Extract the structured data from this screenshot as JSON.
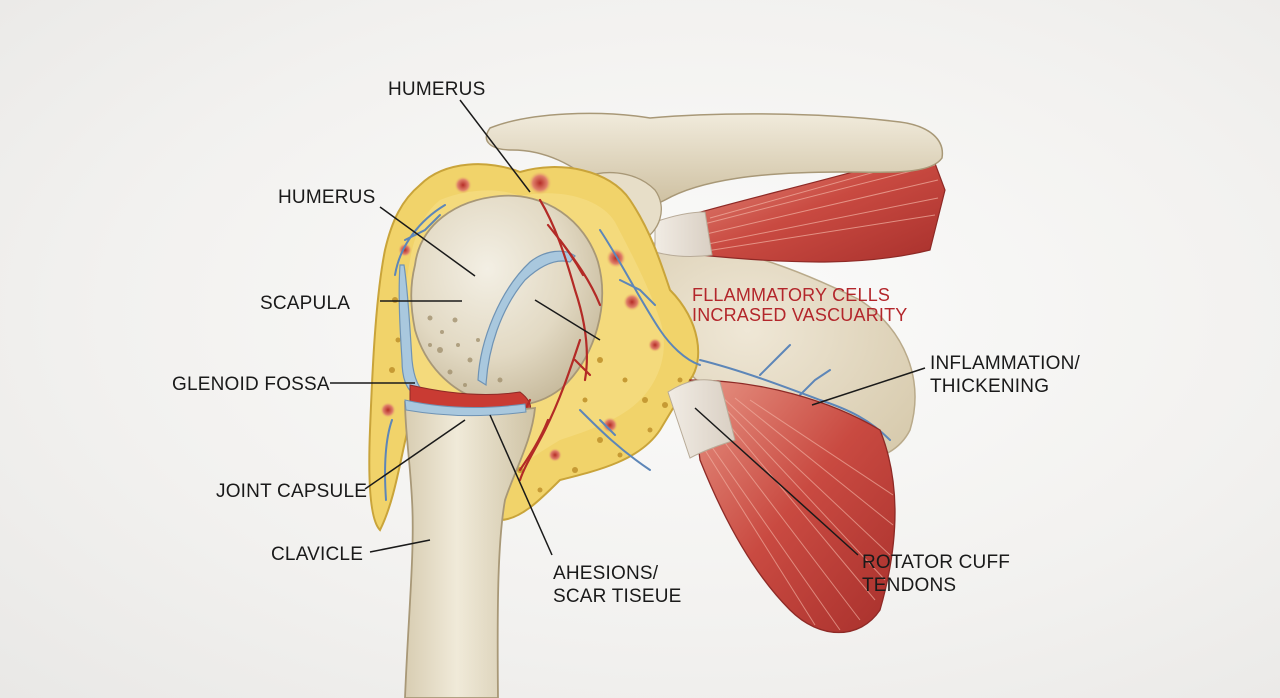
{
  "labels": {
    "humerus_top": "HUMERUS",
    "humerus_left": "HUMERUS",
    "scapula": "SCAPULA",
    "glenoid_fossa": "GLENOID FOSSA",
    "joint_capsule": "JOINT CAPSULE",
    "clavicle": "CLAVICLE",
    "adhesions_line1": "AHESIONS/",
    "adhesions_line2": "SCAR TISEUE",
    "inflammation_line1": "INFLAMMATION/",
    "inflammation_line2": "THICKENING",
    "rotator_line1": "ROTATOR CUFF",
    "rotator_line2": "TENDONS",
    "red_line1": "FLLAMMATORY CELLS",
    "red_line2": "INCRASED VASCUARITY"
  },
  "colors": {
    "bone": "#e8e1cf",
    "bone_shadow": "#c9bfa6",
    "capsule_yellow": "#f1d36a",
    "capsule_edge": "#c9a43a",
    "muscle_red": "#c2463f",
    "muscle_light": "#e58a7e",
    "vessel_red": "#b32a26",
    "vessel_blue": "#5d86b8",
    "cartilage_blue": "#a9c8de",
    "inflamed": "#d23a2e",
    "annotation_red": "#b3262b"
  }
}
